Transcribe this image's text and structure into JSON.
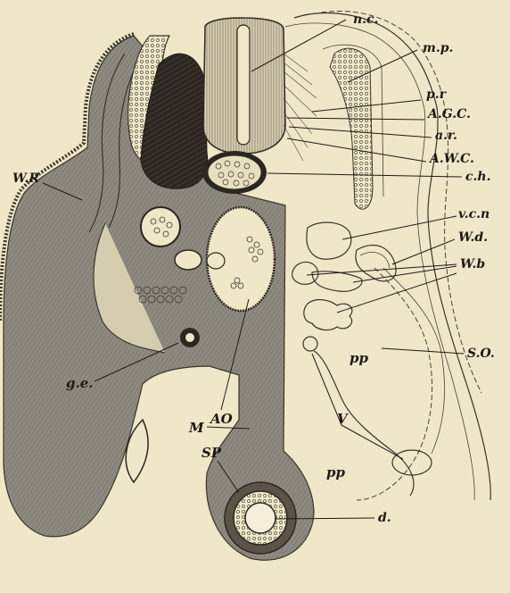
{
  "labels": {
    "nc": "n.c.",
    "mp": "m.p.",
    "pr": "p.r",
    "agc": "A.G.C.",
    "ar": "a.r.",
    "awc": "A.W.C.",
    "ch": "c.h.",
    "vcn": "v.c.n",
    "wd": "W.d.",
    "wb": "W.b",
    "so": "S.O.",
    "wr": "W.R",
    "ge": "g.e.",
    "ao": "AO",
    "m": "M",
    "sp": "SP",
    "v": "V",
    "pp_upper": "pp",
    "pp_lower": "pp",
    "d": "d."
  },
  "colors": {
    "background": "#efe7c8",
    "tissue_gray": "#8f8a7f",
    "ink": "#1e1a14"
  }
}
